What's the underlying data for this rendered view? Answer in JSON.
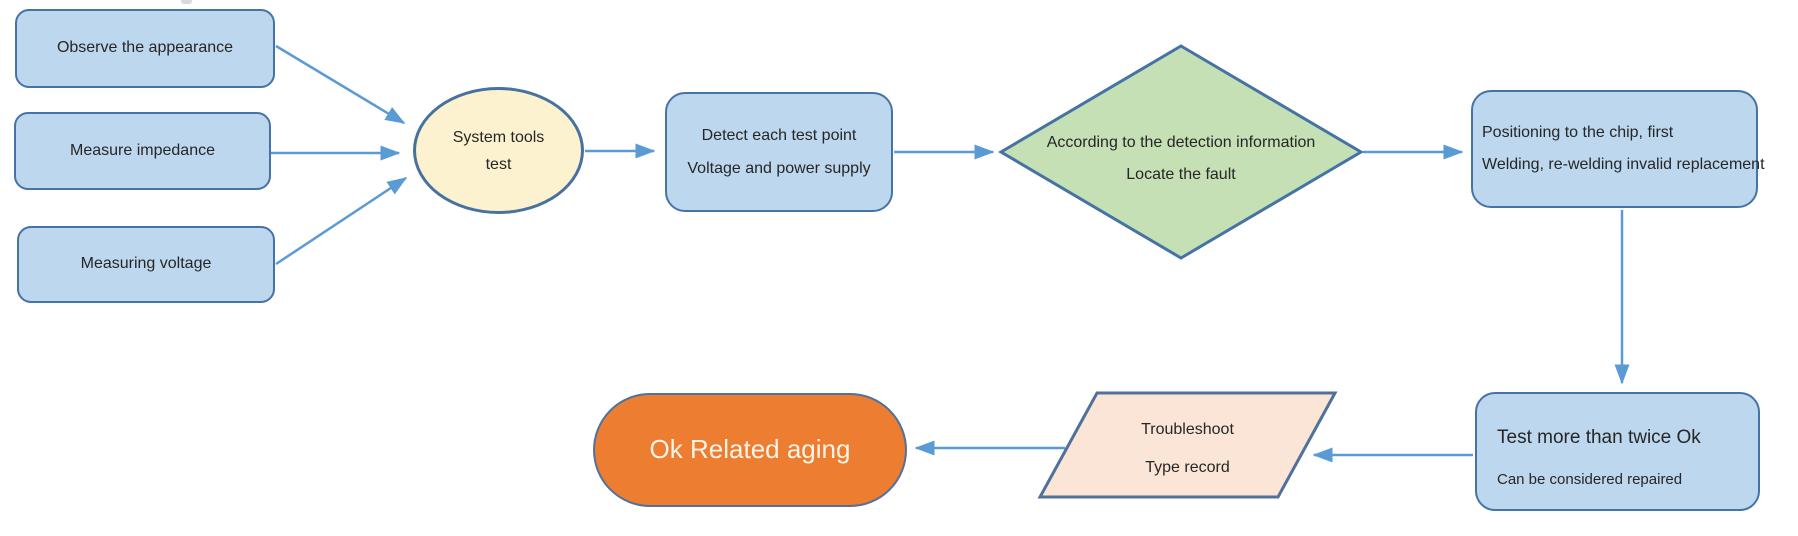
{
  "diagram": {
    "nodes": {
      "observe": {
        "label": "Observe the appearance"
      },
      "impedance": {
        "label": "Measure impedance"
      },
      "voltage": {
        "label": "Measuring voltage"
      },
      "system_tools": {
        "line1": "System tools",
        "line2": "test"
      },
      "detect": {
        "line1": "Detect each test point",
        "line2": "Voltage and power supply"
      },
      "decision": {
        "line1": "According to the detection information",
        "line2": "Locate the fault"
      },
      "positioning": {
        "line1": "Positioning to the chip, first",
        "line2": "Welding, re-welding invalid replacement"
      },
      "test_twice": {
        "line1": "Test more than twice Ok",
        "line2": "Can be considered repaired"
      },
      "troubleshoot": {
        "line1": "Troubleshoot",
        "line2": "Type record"
      },
      "ok_aging": {
        "label": "Ok Related aging"
      }
    },
    "colors": {
      "process_fill": "#BDD7EE",
      "shape_border": "#4673A5",
      "arrow": "#5B9BD5",
      "ellipse_fill": "#FDF2CF",
      "decision_fill": "#C5E0B4",
      "io_fill": "#FBE5D6",
      "terminator_fill": "#ED7D31",
      "terminator_text_color": "#FDF4E8",
      "text_color": "#262626"
    }
  }
}
